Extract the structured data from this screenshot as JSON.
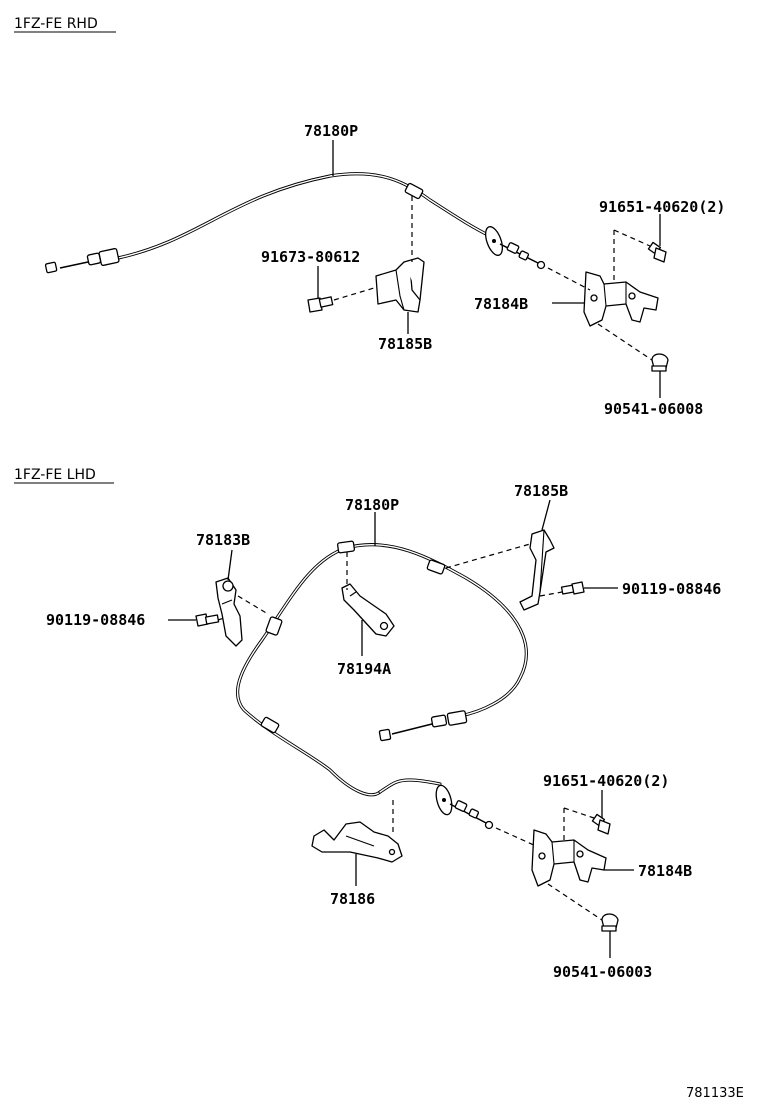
{
  "sections": [
    {
      "header": "1FZ-FE RHD",
      "labels": {
        "cable": "78180P",
        "bolt_top": "91651-40620(2)",
        "bolt_left": "91673-80612",
        "bracket_right": "78184B",
        "bracket_mid": "78185B",
        "grommet": "90541-06008"
      }
    },
    {
      "header": "1FZ-FE LHD",
      "labels": {
        "cable": "78180P",
        "bracket_top_right": "78185B",
        "bracket_left": "78183B",
        "bolt_left": "90119-08846",
        "bolt_right": "90119-08846",
        "lever": "78194A",
        "bolt_lower": "91651-40620(2)",
        "bracket_lower_right": "78184B",
        "bracket_lower_left": "78186",
        "grommet": "90541-06003"
      }
    }
  ],
  "reference_code": "781133E"
}
